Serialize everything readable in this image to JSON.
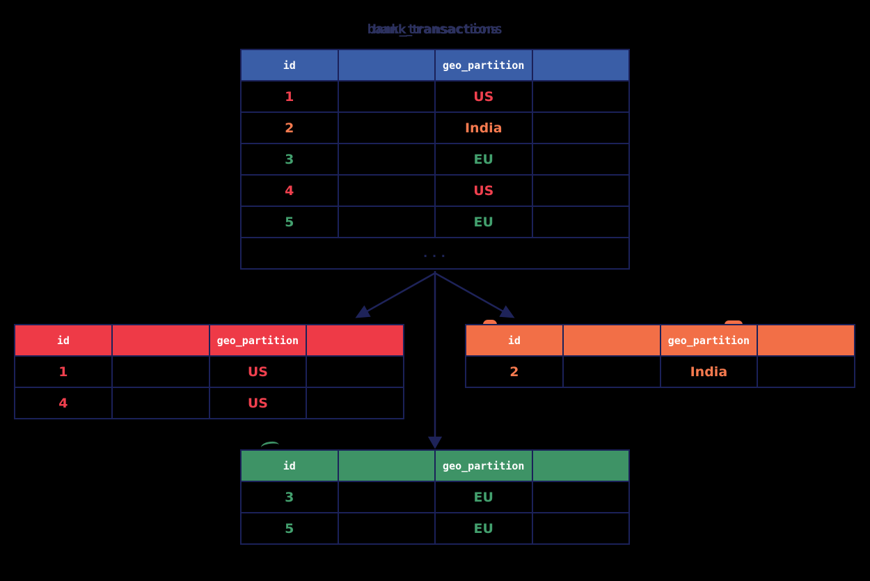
{
  "palette": {
    "background": "#000000",
    "border_navy": "#1b2159",
    "arrow_navy": "#1e2359",
    "title_navy": "#2c315e",
    "header_blue": "#3a5ea7",
    "red": "#ee3a47",
    "orange": "#f26f47",
    "green": "#3e9366",
    "header_text": "#ffffff"
  },
  "main_table": {
    "title": "bank_transactions",
    "columns": [
      "id",
      "",
      "geo_partition",
      ""
    ],
    "rows": [
      {
        "id": "1",
        "geo": "US",
        "color": "red"
      },
      {
        "id": "2",
        "geo": "India",
        "color": "orange"
      },
      {
        "id": "3",
        "geo": "EU",
        "color": "green"
      },
      {
        "id": "4",
        "geo": "US",
        "color": "red"
      },
      {
        "id": "5",
        "geo": "EU",
        "color": "green"
      }
    ],
    "ellipsis": "..."
  },
  "partitions": [
    {
      "partition": "US",
      "color": "red",
      "columns": [
        "id",
        "",
        "geo_partition",
        ""
      ],
      "rows": [
        {
          "id": "1",
          "geo": "US"
        },
        {
          "id": "4",
          "geo": "US"
        }
      ]
    },
    {
      "partition": "India",
      "color": "orange",
      "columns": [
        "id",
        "",
        "geo_partition",
        ""
      ],
      "rows": [
        {
          "id": "2",
          "geo": "India"
        }
      ]
    },
    {
      "partition": "EU",
      "color": "green",
      "columns": [
        "id",
        "",
        "geo_partition",
        ""
      ],
      "rows": [
        {
          "id": "3",
          "geo": "EU"
        },
        {
          "id": "5",
          "geo": "EU"
        }
      ]
    }
  ],
  "artifacts": [
    {
      "name": "clipped-arc",
      "color": "#f26f47"
    },
    {
      "name": "clipped-arc",
      "color": "#f26f47"
    },
    {
      "name": "clipped-arc",
      "color": "#3e9366"
    },
    {
      "name": "clipped-arc",
      "color": "#3e9366"
    }
  ]
}
